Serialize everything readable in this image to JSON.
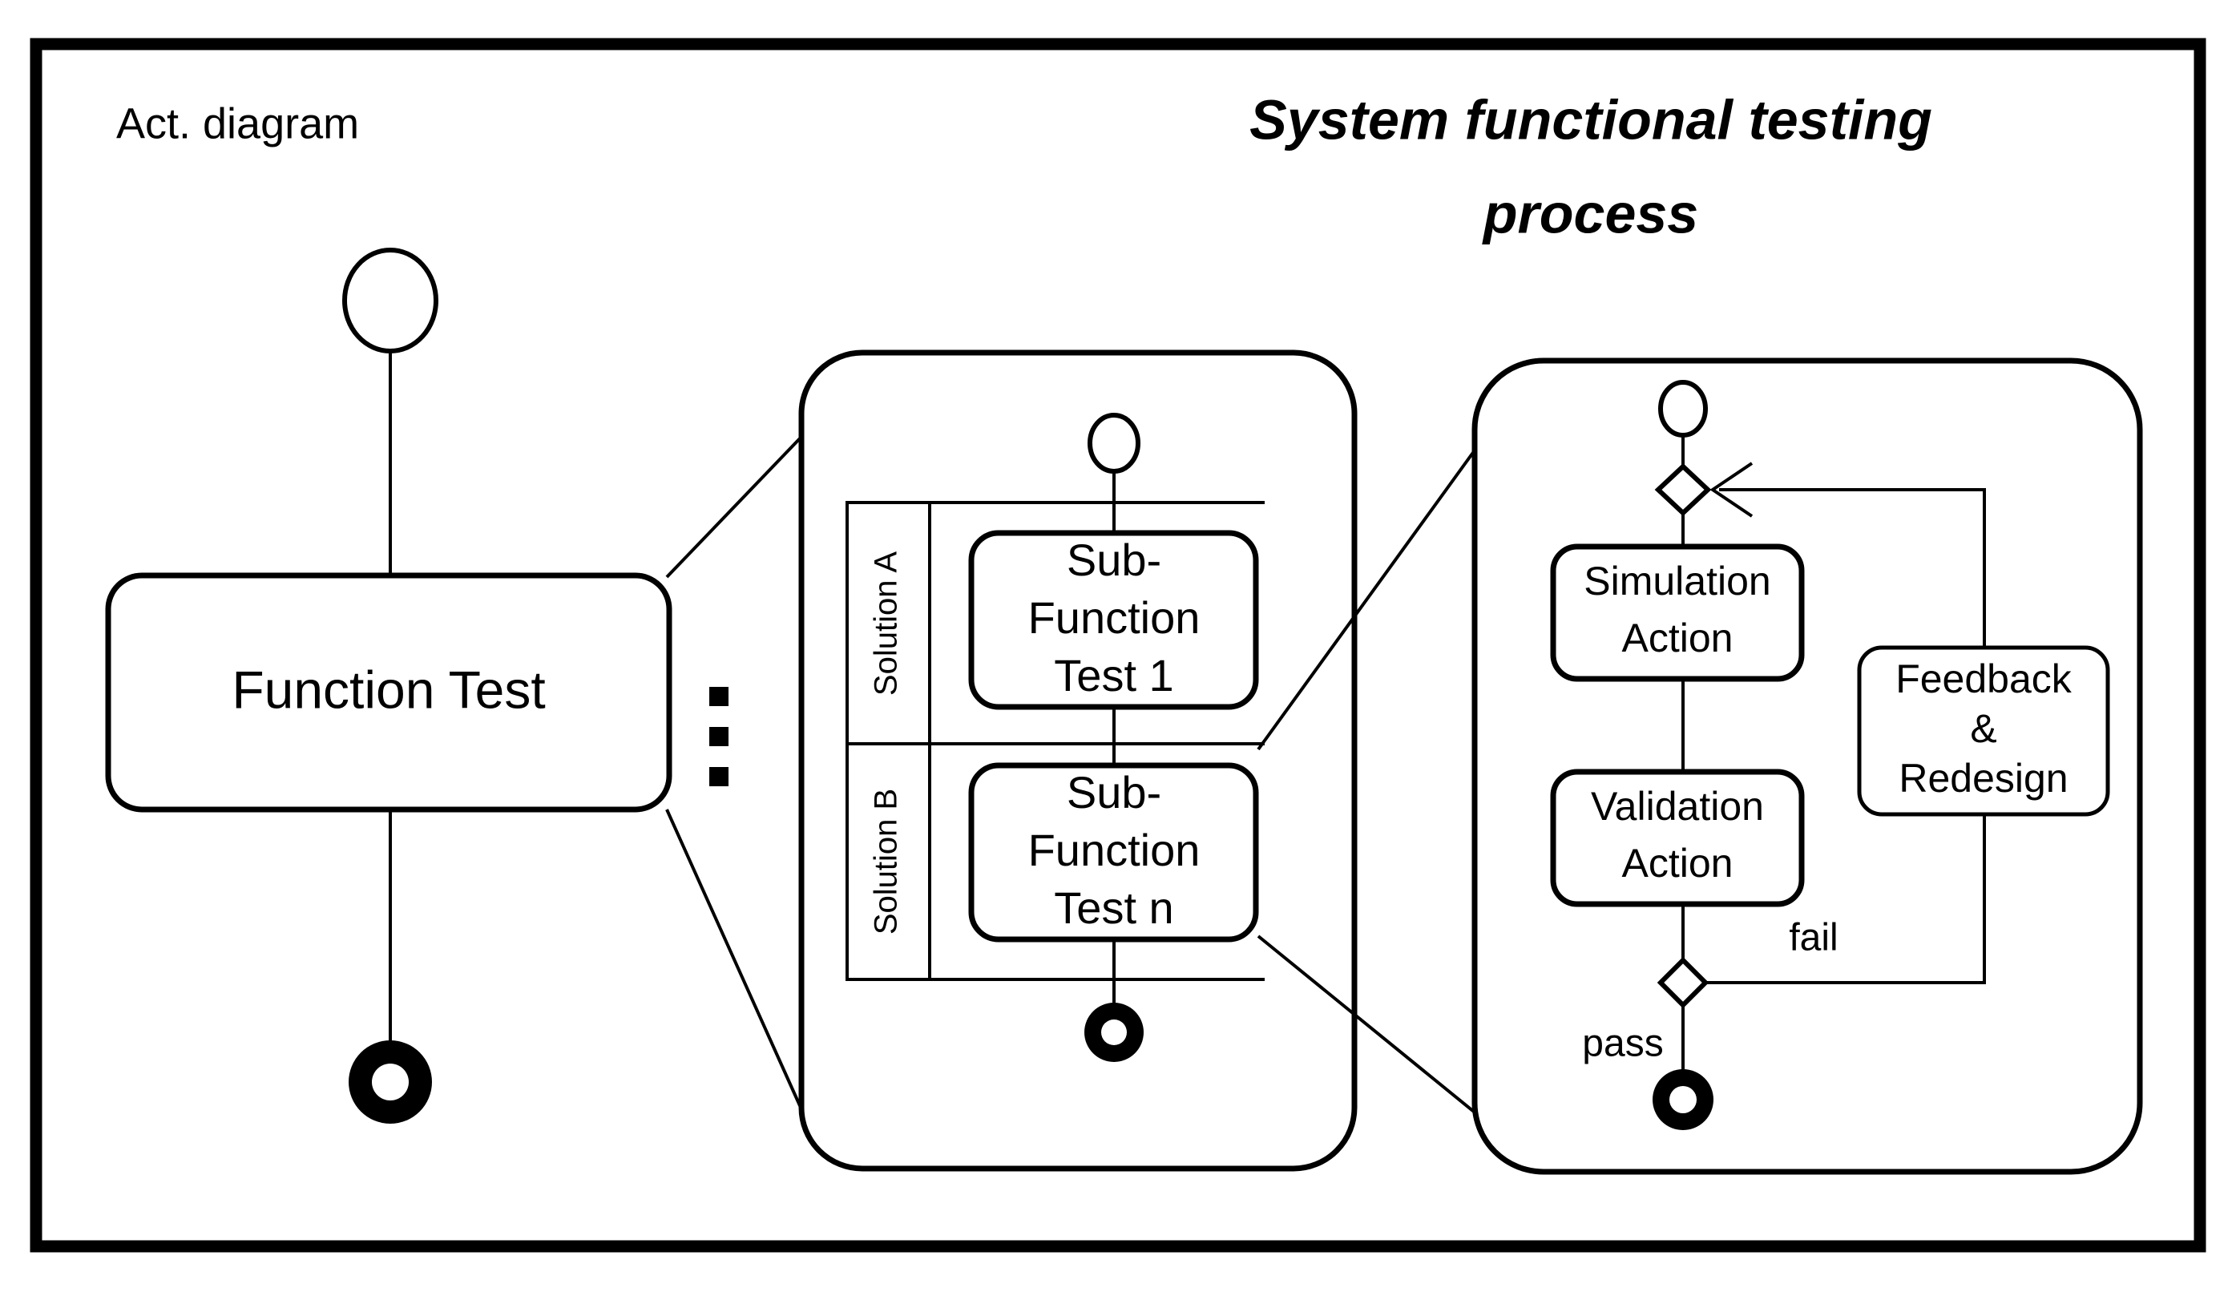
{
  "diagram": {
    "section_label": "Act. diagram",
    "title_line1": "System functional testing",
    "title_line2": "process",
    "colors": {
      "stroke": "#000000",
      "background": "#ffffff"
    }
  },
  "left_panel": {
    "initial_node": "initial-node",
    "activity": {
      "label": "Function Test"
    },
    "final_node": "activity-final-node",
    "ellipsis": "vertical-ellipsis"
  },
  "middle_panel": {
    "initial_node": "initial-node",
    "lanes": [
      {
        "name": "Solution A",
        "action": "Sub-\nFunction\nTest 1",
        "action_lines": [
          "Sub-",
          "Function",
          "Test 1"
        ]
      },
      {
        "name": "Solution B",
        "action": "Sub-\nFunction\nTest n",
        "action_lines": [
          "Sub-",
          "Function",
          "Test n"
        ]
      }
    ],
    "final_node": "activity-final-node"
  },
  "right_panel": {
    "initial_node": "initial-node",
    "merge_node": "merge-node",
    "actions": [
      {
        "lines": [
          "Simulation",
          "Action"
        ]
      },
      {
        "lines": [
          "Validation",
          "Action"
        ]
      },
      {
        "lines": [
          "Feedback",
          "&",
          "Redesign"
        ]
      }
    ],
    "decision_node": "decision-node",
    "guards": {
      "fail": "fail",
      "pass": "pass"
    },
    "final_node": "activity-final-node"
  }
}
